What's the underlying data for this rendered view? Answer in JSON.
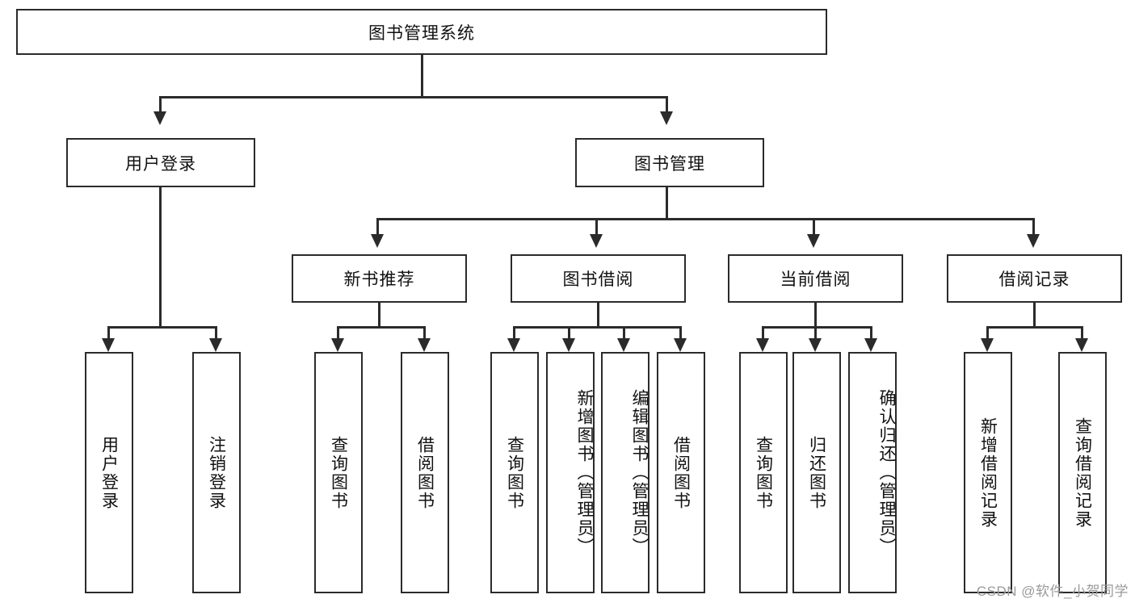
{
  "diagram": {
    "title": "图书管理系统",
    "type": "tree-hierarchy-diagram",
    "colors": {
      "border": "#2b2b2b",
      "background": "#ffffff",
      "text": "#111111",
      "watermark": "#9a9a9a"
    },
    "root": {
      "label": "图书管理系统"
    },
    "level2": [
      {
        "label": "用户登录"
      },
      {
        "label": "图书管理"
      }
    ],
    "level3": [
      {
        "label": "新书推荐"
      },
      {
        "label": "图书借阅"
      },
      {
        "label": "当前借阅"
      },
      {
        "label": "借阅记录"
      }
    ],
    "leaves": {
      "user_login": [
        {
          "label": "用户登录"
        },
        {
          "label": "注销登录"
        }
      ],
      "new_book_recommend": [
        {
          "label": "查询图书"
        },
        {
          "label": "借阅图书"
        }
      ],
      "book_borrow": [
        {
          "label": "查询图书"
        },
        {
          "label": "新增图书（管理员）"
        },
        {
          "label": "编辑图书（管理员）"
        },
        {
          "label": "借阅图书"
        }
      ],
      "current_borrow": [
        {
          "label": "查询图书"
        },
        {
          "label": "归还图书"
        },
        {
          "label": "确认归还（管理员）"
        }
      ],
      "borrow_record": [
        {
          "label": "新增借阅记录"
        },
        {
          "label": "查询借阅记录"
        }
      ]
    }
  },
  "watermark": {
    "text": "CSDN @软件_小贺同学"
  }
}
